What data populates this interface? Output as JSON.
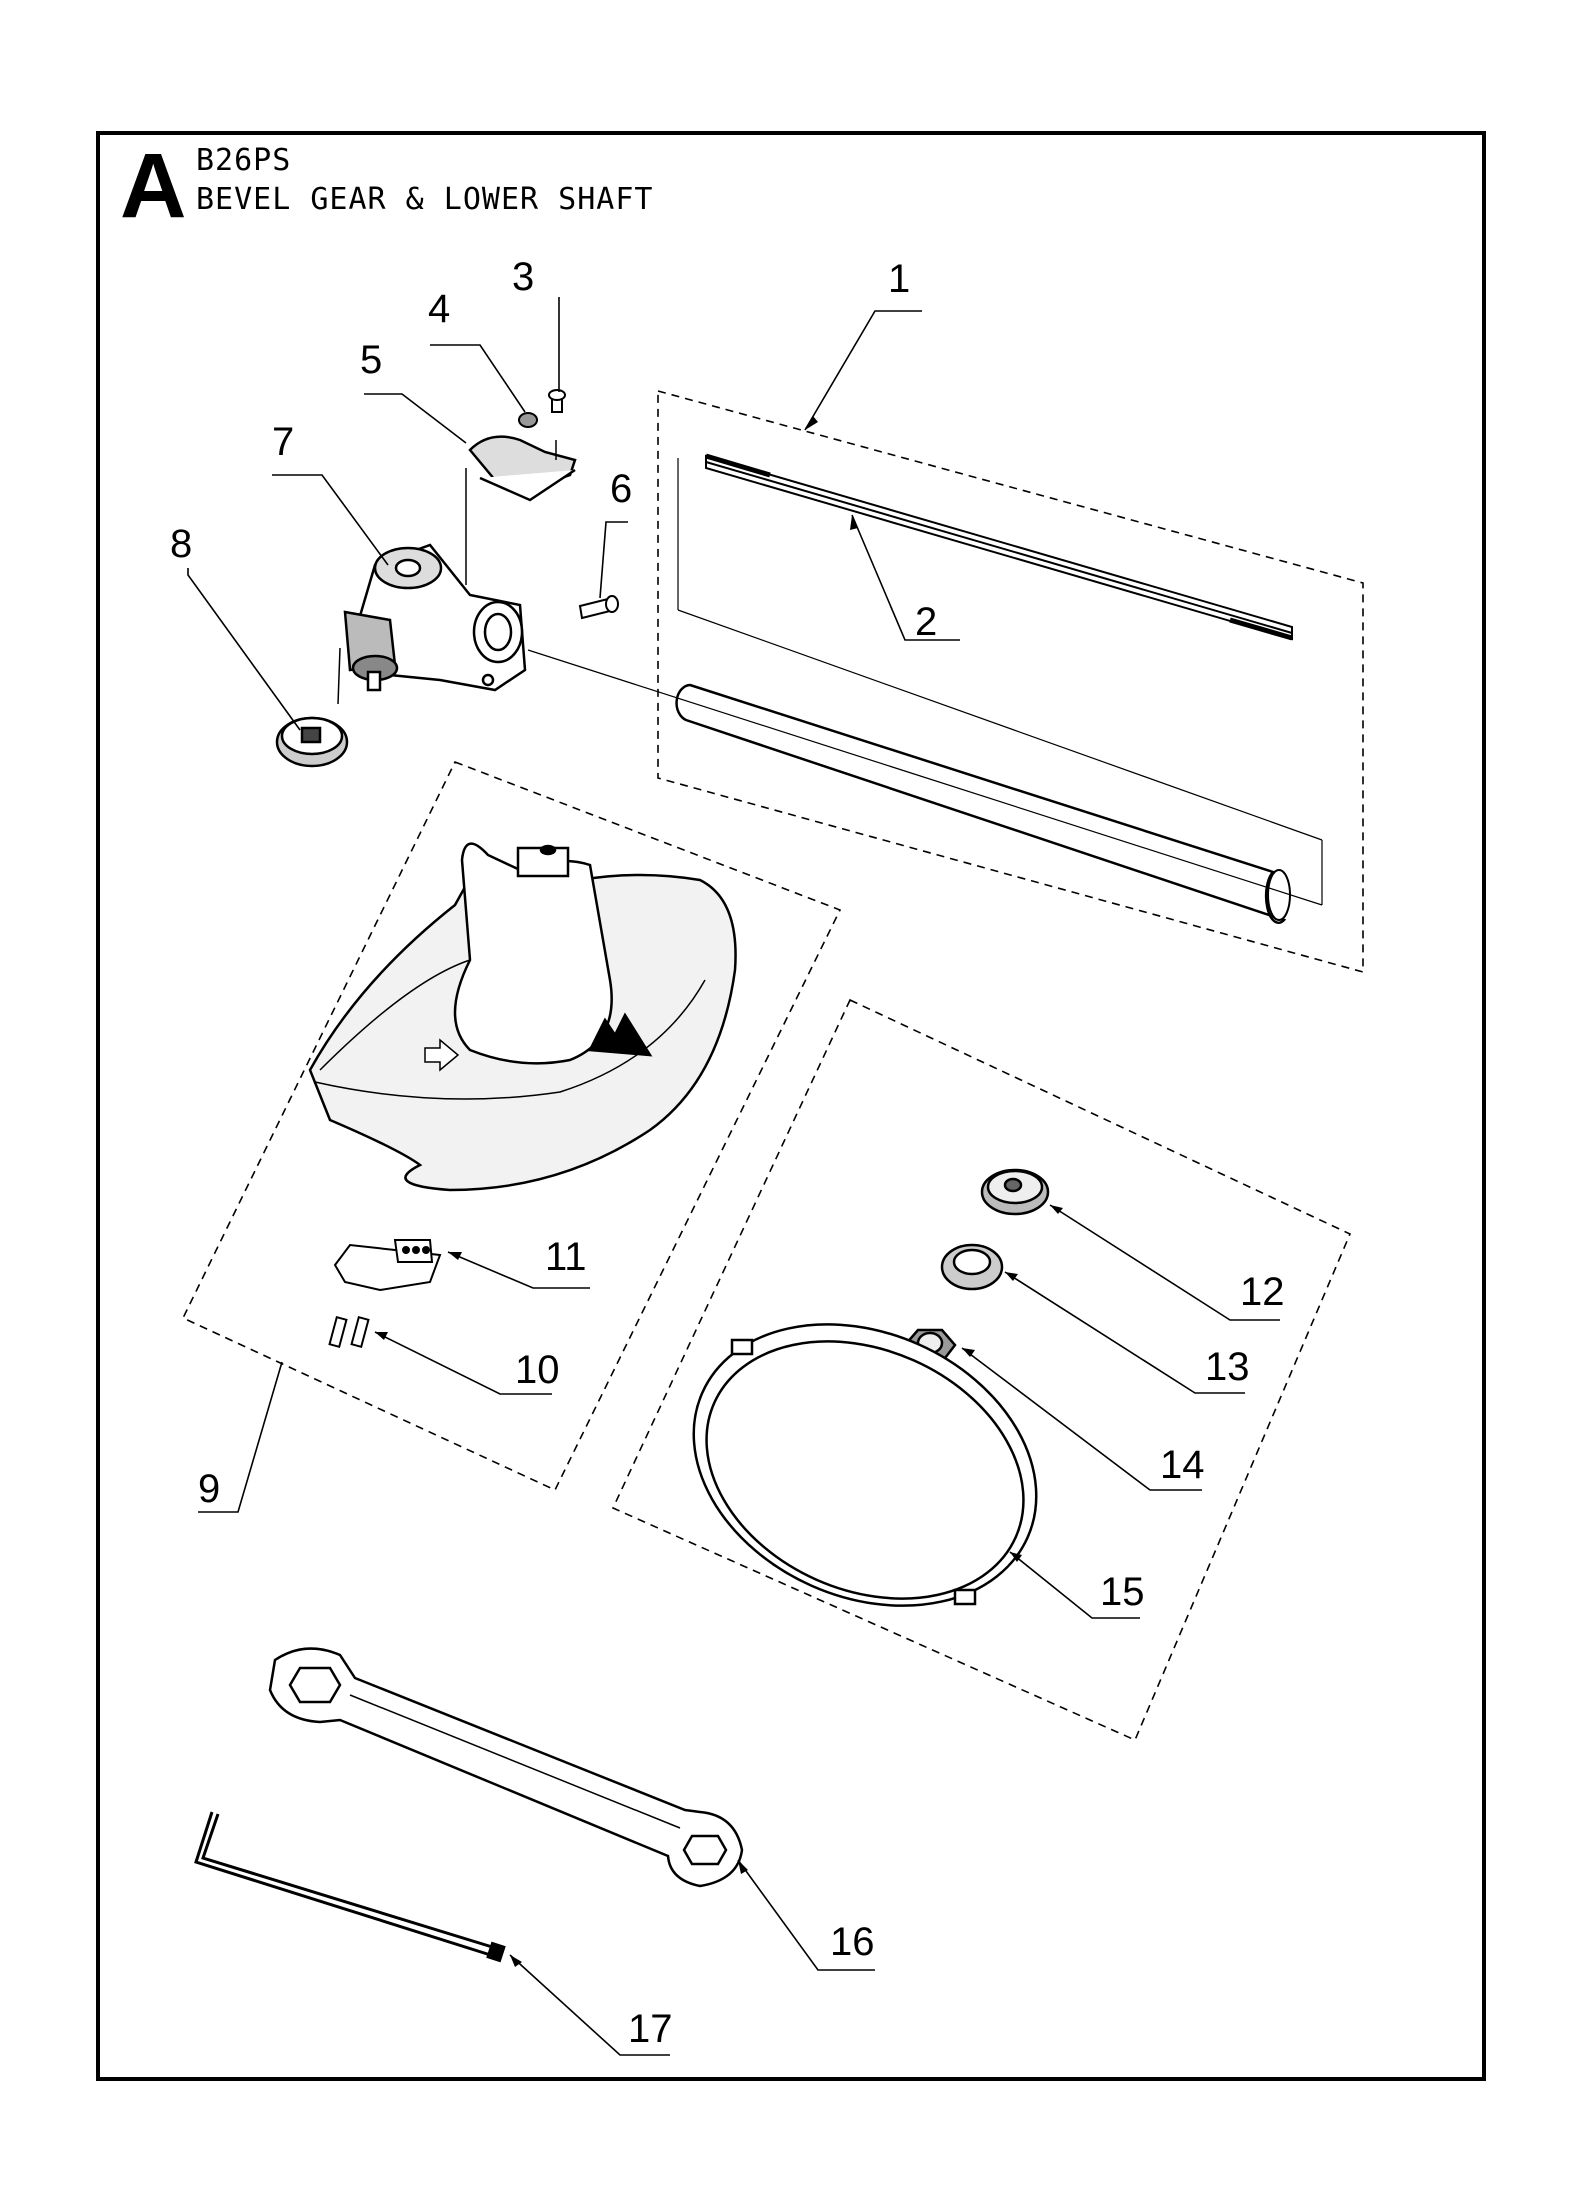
{
  "header": {
    "section_letter": "A",
    "model": "B26PS",
    "title": "BEVEL GEAR & LOWER SHAFT"
  },
  "callouts": [
    "1",
    "2",
    "3",
    "4",
    "5",
    "6",
    "7",
    "8",
    "9",
    "10",
    "11",
    "12",
    "13",
    "14",
    "15",
    "16",
    "17"
  ],
  "parts_icons": {
    "gear_head": "bevel-gear-icon",
    "shaft": "drive-shaft-icon",
    "tube": "shaft-tube-icon",
    "guard": "grass-guard-icon",
    "wrench": "spanner-icon",
    "hex_key": "hex-key-icon"
  }
}
